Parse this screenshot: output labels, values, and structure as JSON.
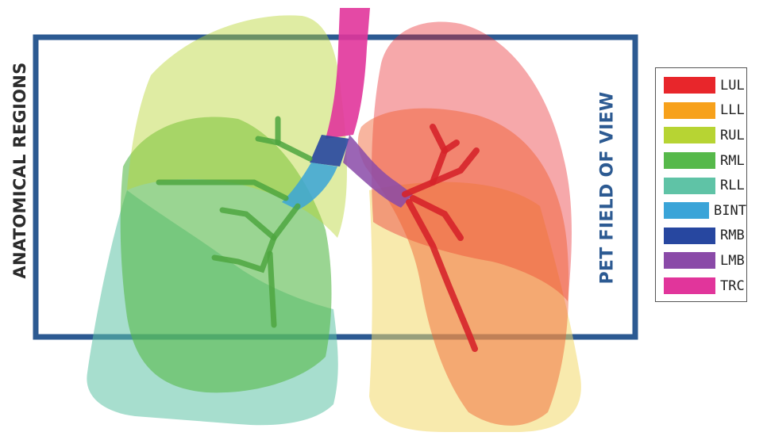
{
  "labels": {
    "left": "ANATOMICAL REGIONS",
    "right": "PET FIELD OF VIEW"
  },
  "legend": [
    {
      "label": "LUL",
      "color": "#e8262b"
    },
    {
      "label": "LLL",
      "color": "#f7a11b"
    },
    {
      "label": "RUL",
      "color": "#b7d433"
    },
    {
      "label": "RML",
      "color": "#56b94a"
    },
    {
      "label": "RLL",
      "color": "#5fc3a6"
    },
    {
      "label": "BINT",
      "color": "#3aa4d8"
    },
    {
      "label": "RMB",
      "color": "#2747a0"
    },
    {
      "label": "LMB",
      "color": "#8a4aa8"
    },
    {
      "label": "TRC",
      "color": "#e1359b"
    }
  ],
  "colors": {
    "frame": "#2c5a92"
  }
}
